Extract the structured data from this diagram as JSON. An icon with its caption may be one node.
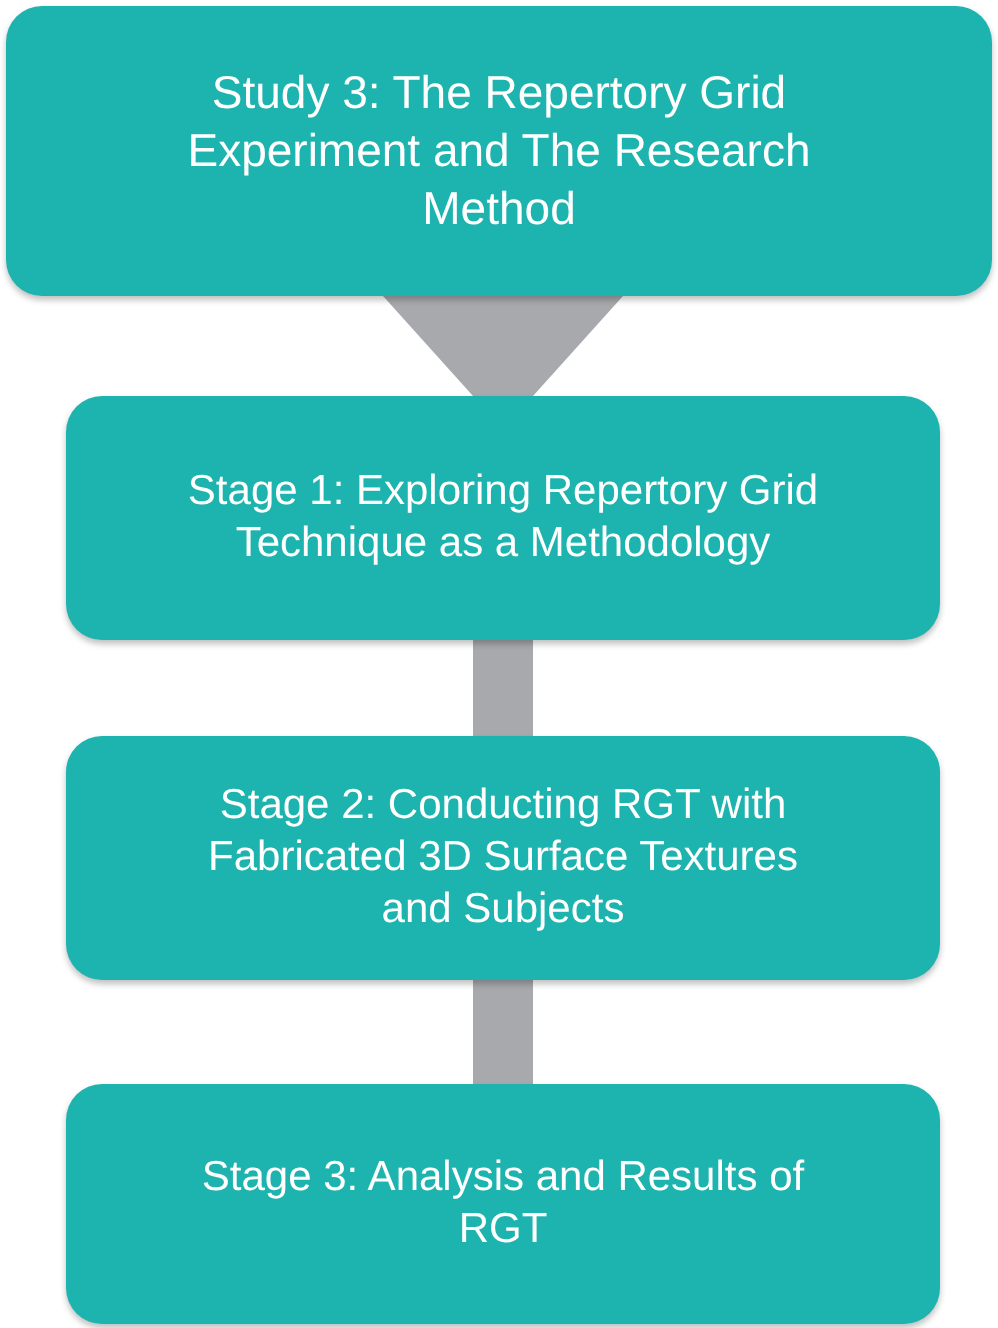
{
  "diagram": {
    "nodes": [
      {
        "text": [
          "Study 3: The Repertory Grid Experiment and The Research Method"
        ]
      },
      {
        "text": [
          "Stage 1: Exploring Repertory Grid Technique as a Methodology"
        ]
      },
      {
        "text": [
          "Stage 2: Conducting RGT with Fabricated 3D Surface Textures and Subjects"
        ]
      },
      {
        "text": [
          "Stage 3: Analysis and Results of RGT"
        ]
      }
    ],
    "edges": [
      {
        "from": 0,
        "to": 1,
        "arrow": "none",
        "style": "thick"
      },
      {
        "from": 1,
        "to": 2,
        "arrow": "none",
        "style": "thick"
      },
      {
        "from": 2,
        "to": 3,
        "arrow": "none",
        "style": "thick"
      }
    ]
  }
}
